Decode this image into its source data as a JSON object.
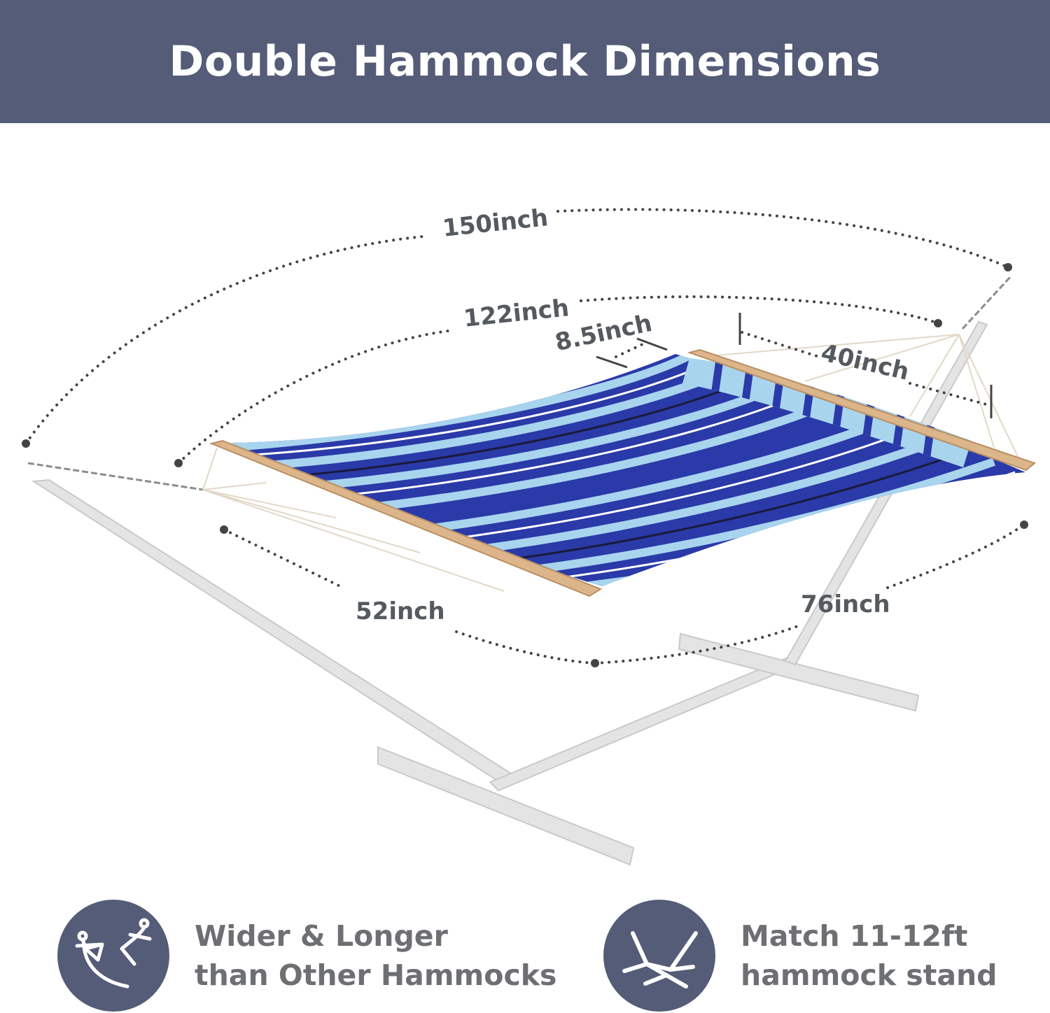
{
  "header": {
    "title": "Double Hammock Dimensions",
    "background_color": "#545c78"
  },
  "dimensions": {
    "total_length": "150inch",
    "bed_length": "122inch",
    "pillow_width": "8.5inch",
    "pillow_length": "40inch",
    "spreader_bar": "52inch",
    "bed_width": "76inch"
  },
  "colors": {
    "stripe_dark": "#2a3aa8",
    "stripe_light": "#a9d4ee",
    "wood": "#dcb58a",
    "stand": "#e3e3e3",
    "dot": "#444444"
  },
  "features": [
    {
      "icon": "hammocks-icon",
      "line1": "Wider & Longer",
      "line2": "than Other Hammocks"
    },
    {
      "icon": "hammock-stand-icon",
      "line1": "Match 11-12ft",
      "line2": "hammock stand"
    }
  ]
}
